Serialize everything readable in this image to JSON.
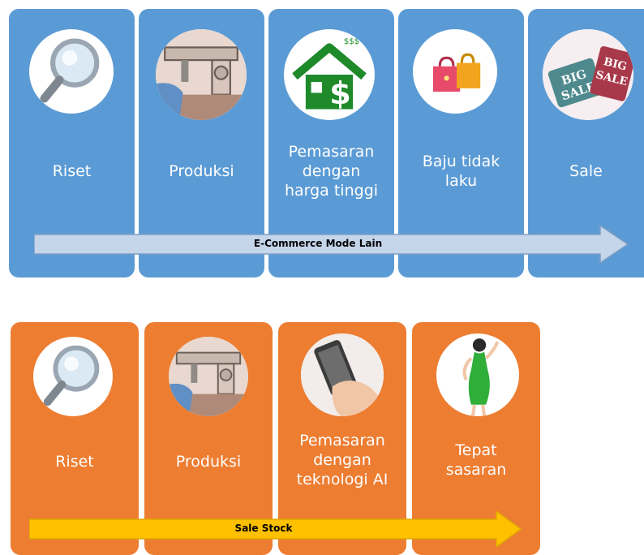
{
  "row1": {
    "cards": [
      {
        "label": "Riset",
        "icon": "magnifier-icon"
      },
      {
        "label": "Produksi",
        "icon": "sewing-machine-icon"
      },
      {
        "label": "Pemasaran dengan harga tinggi",
        "icon": "house-money-icon"
      },
      {
        "label": "Baju tidak laku",
        "icon": "shopping-bags-icon"
      },
      {
        "label": "Sale",
        "icon": "big-sale-tags-icon"
      }
    ],
    "arrow_label": "E-Commerce Mode Lain",
    "card_color": "#5b9bd5",
    "arrow_color": "#c5d5ea"
  },
  "row2": {
    "cards": [
      {
        "label": "Riset",
        "icon": "magnifier-icon"
      },
      {
        "label": "Produksi",
        "icon": "sewing-machine-icon"
      },
      {
        "label": "Pemasaran dengan teknologi AI",
        "icon": "hand-phone-icon"
      },
      {
        "label": "Tepat sasaran",
        "icon": "woman-dress-icon"
      }
    ],
    "arrow_label": "Sale Stock",
    "card_color": "#ed7d31",
    "arrow_color": "#ffc000"
  }
}
